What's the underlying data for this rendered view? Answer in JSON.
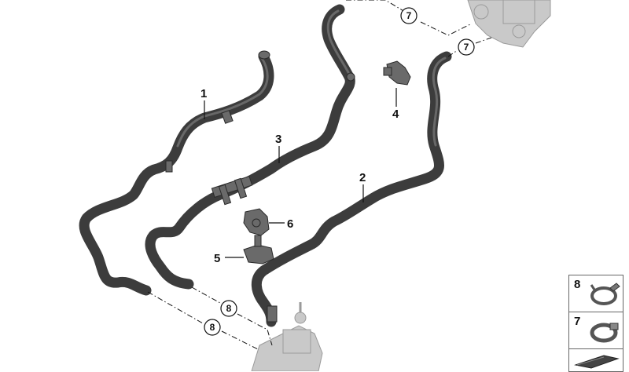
{
  "callouts": {
    "p1": "1",
    "p2": "2",
    "p3": "3",
    "p4": "4",
    "p5": "5",
    "p6": "6"
  },
  "circled": {
    "c7a": "7",
    "c7b": "7",
    "c8a": "8",
    "c8b": "8"
  },
  "legend": {
    "items": [
      {
        "number": "8",
        "icon": "hose-clamp-icon"
      },
      {
        "number": "7",
        "icon": "spring-clamp-icon"
      },
      {
        "number": "",
        "icon": "tool-strip-icon"
      }
    ]
  }
}
